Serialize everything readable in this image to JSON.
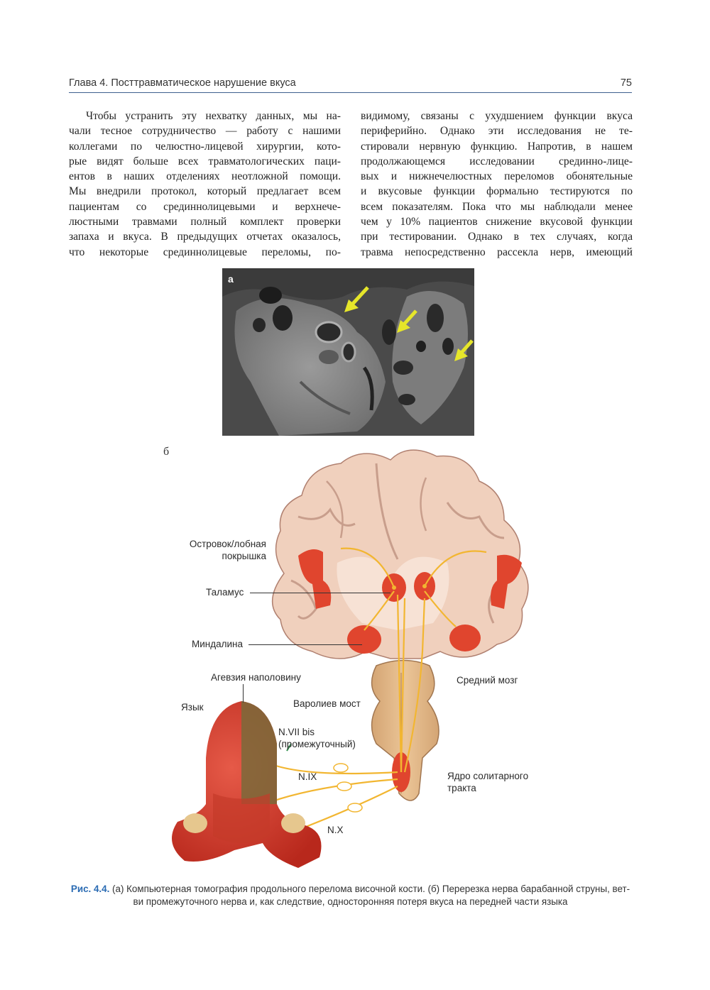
{
  "header": {
    "chapter_title": "Глава 4. Посттравматическое нарушение вкуса",
    "page_number": "75"
  },
  "body": {
    "left_lines": [
      "Чтобы устранить эту нехватку данных, мы на-",
      "чали тесное сотрудничество — работу с нашими",
      "коллегами по челюстно-лицевой хирургии, кото-",
      "рые видят больше всех травматологических паци-",
      "ентов в наших отделениях неотложной помощи.",
      "Мы внедрили протокол, который предлагает всем",
      "пациентам со срединнолицевыми и верхнече-",
      "люстными травмами полный комплект проверки",
      "запаха и вкуса. В предыдущих отчетах оказалось,",
      "что некоторые срединнолицевые переломы, по-"
    ],
    "right_lines": [
      "видимому, связаны с ухудшением функции вкуса",
      "периферийно. Однако эти исследования не те-",
      "стировали нервную функцию. Напротив, в нашем",
      "продолжающемся исследовании срединно-лице-",
      "вых и нижнечелюстных переломов обонятельные",
      "и вкусовые функции формально тестируются по",
      "всем показателям. Пока что мы наблюдали менее",
      "чем у 10% пациентов снижение вкусовой функции",
      "при тестировании. Однако в тех случаях, когда",
      "травма непосредственно рассекла нерв, имеющий"
    ]
  },
  "figure": {
    "panel_a_label": "а",
    "panel_b_label": "б",
    "labels": {
      "insula": "Островок/лобная\nпокрышка",
      "insula_1": "Островок/лобная",
      "insula_2": "покрышка",
      "thalamus": "Таламус",
      "amygdala": "Миндалина",
      "hemiageusia": "Агевзия наполовину",
      "tongue": "Язык",
      "pons": "Варолиев мост",
      "midbrain": "Средний мозг",
      "n7_1": "N.VII bis",
      "n7_2": "(промежуточный)",
      "n9": "N.IX",
      "n10": "N.X",
      "nts_1": "Ядро солитарного",
      "nts_2": "тракта"
    },
    "colors": {
      "arrow_yellow": "#e6e62a",
      "pathway": "#f2b631",
      "cortex_pink": "#f2d3c2",
      "taste_red": "#e0452e",
      "brainstem": "#e3b98b",
      "caption_blue": "#2a6bb3"
    }
  },
  "caption": {
    "fig_label": "Рис. 4.4.",
    "line1": " (а) Компьютерная томография продольного перелома височной кости. (б) Перерезка нерва барабанной струны, вет-",
    "line2": "ви промежуточного нерва и, как следствие, односторонняя потеря вкуса на передней части языка"
  }
}
